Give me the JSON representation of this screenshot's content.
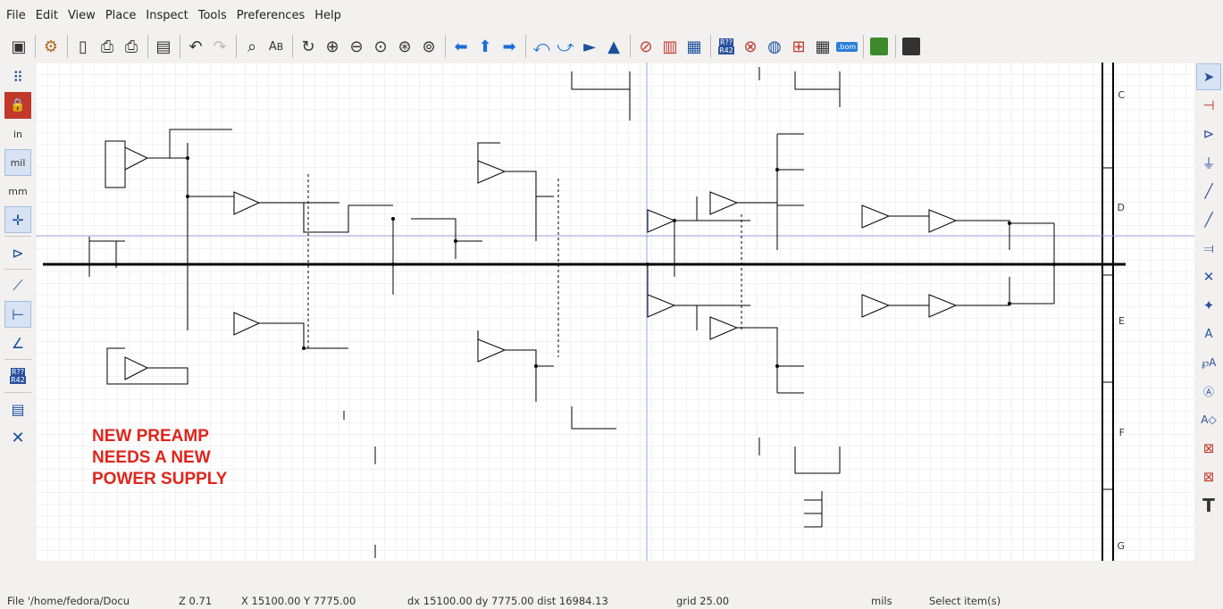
{
  "menu": [
    "File",
    "Edit",
    "View",
    "Place",
    "Inspect",
    "Tools",
    "Preferences",
    "Help"
  ],
  "toolbar": {
    "icons": [
      "save-icon",
      "page-settings-icon",
      "plot-icon",
      "print-icon",
      "plot-settings-icon",
      "paste-icon",
      "undo-icon",
      "redo-icon",
      "find-icon",
      "find-replace-icon",
      "refresh-icon",
      "zoom-in-icon",
      "zoom-out-icon",
      "zoom-fit-icon",
      "zoom-objects-icon",
      "zoom-selection-icon",
      "nav-back-icon",
      "nav-up-icon",
      "nav-forward-icon",
      "rotate-ccw-icon",
      "rotate-cw-icon",
      "mirror-h-icon",
      "mirror-v-icon",
      "hierarchy-icon",
      "symbol-editor-icon",
      "symbol-browser-icon",
      "annotate-icon",
      "erc-icon",
      "simulator-icon",
      "footprint-assign-icon",
      "bom-icon",
      "netlist-icon",
      "pcb-icon",
      "scripting-icon"
    ],
    "annotate_label": "R??",
    "annotate_sub": "R42",
    "bom_label": ".bom"
  },
  "left_toolbar": {
    "grid": "grid-icon",
    "lock": "lock-icon",
    "unit_in": "in",
    "unit_mil": "mil",
    "unit_mm": "mm",
    "annotate": "R??",
    "annotate_sub": "R42"
  },
  "zones": [
    "C",
    "D",
    "E",
    "F",
    "G"
  ],
  "annotation": {
    "line1": "NEW PREAMP",
    "line2": "NEEDS A NEW",
    "line3": "POWER SUPPLY",
    "color": "#e0251b"
  },
  "status": {
    "file": "File '/home/fedora/Docu",
    "zoom": "Z 0.71",
    "cursor": "X 15100.00  Y 7775.00",
    "delta": "dx 15100.00  dy 7775.00  dist 16984.13",
    "grid": "grid 25.00",
    "units": "mils",
    "hint": "Select item(s)"
  },
  "colors": {
    "accent": "#2a4f9c",
    "wire": "#000000",
    "grid": "#e8e8e8",
    "annotation": "#e0251b"
  }
}
